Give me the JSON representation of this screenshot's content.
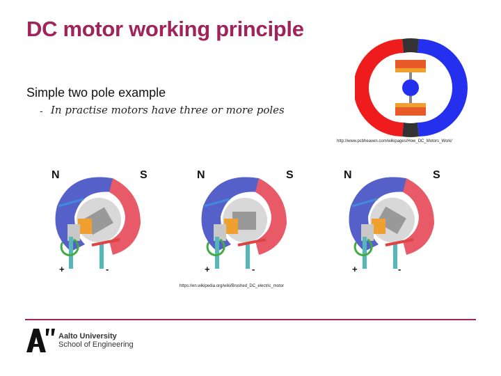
{
  "slide": {
    "title": "DC motor working principle",
    "subtitle": "Simple two pole example",
    "bullet_dash": "-",
    "bullet": "In practise motors have three or more poles",
    "source_top": "http://www.pcbheaven.com/wikipages/How_DC_Motors_Work/",
    "source_bottom": "https://en.wikipedia.org/wiki/Brushed_DC_electric_motor"
  },
  "motors": [
    {
      "north": "N",
      "south": "S",
      "plus": "+",
      "minus": "-"
    },
    {
      "north": "N",
      "south": "S",
      "plus": "+",
      "minus": "-"
    },
    {
      "north": "N",
      "south": "S",
      "plus": "+",
      "minus": "-"
    }
  ],
  "footer": {
    "logo_mark": "A”",
    "university": "Aalto University",
    "school": "School of Engineering"
  },
  "colors": {
    "accent": "#a0235a",
    "north_pole": "#5560c8",
    "south_pole": "#e85a68",
    "ring_red": "#ee1c1c",
    "ring_blue": "#2430ee",
    "commutator": "#f07820"
  }
}
